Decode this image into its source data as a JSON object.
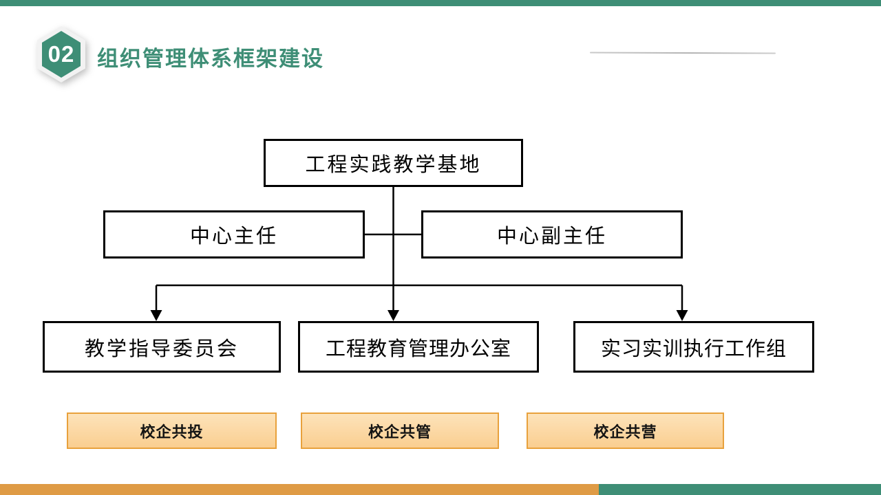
{
  "header": {
    "badge_number": "02",
    "title": "组织管理体系框架建设"
  },
  "org_chart": {
    "type": "org-tree",
    "root": {
      "label": "工程实践教学基地"
    },
    "management": [
      {
        "role": "center-director",
        "label": "中心主任"
      },
      {
        "role": "center-deputy-director",
        "label": "中心副主任"
      }
    ],
    "departments": [
      {
        "label": "教学指导委员会"
      },
      {
        "label": "工程教育管理办公室"
      },
      {
        "label": "实习实训执行工作组"
      }
    ],
    "cooperation_tags": [
      {
        "label": "校企共投"
      },
      {
        "label": "校企共管"
      },
      {
        "label": "校企共营"
      }
    ]
  },
  "colors": {
    "accent_green": "#3E8E76",
    "bar_orange": "#DF9B45",
    "tag_fill": "#FBD49B",
    "tag_border": "#E8A13C",
    "connector_black": "#000000"
  }
}
